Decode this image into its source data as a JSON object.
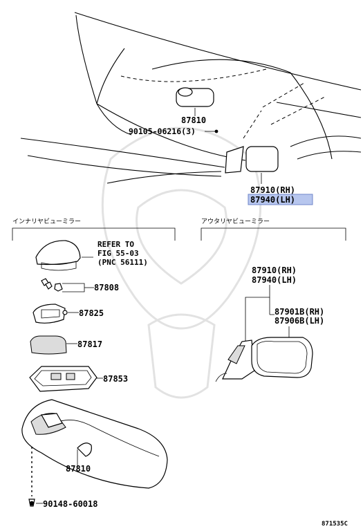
{
  "labels": {
    "top_87810": "87810",
    "top_screw": "90105-06216(3)",
    "top_rh": "87910(RH)",
    "top_lh": "87940(LH)",
    "inner_header": "インナリヤビューミラー",
    "outer_header": "アウタリヤビューミラー",
    "refer_1": "REFER TO",
    "refer_2": "FIG 55-03",
    "refer_3": "(PNC 56111)",
    "p87808": "87808",
    "p87825": "87825",
    "p87817": "87817",
    "p87853": "87853",
    "p87810": "87810",
    "p90148": "90148-60018",
    "out_rh": "87910(RH)",
    "out_lh": "87940(LH)",
    "out_b_rh": "87901B(RH)",
    "out_b_lh": "87906B(LH)",
    "fig_code": "871535C"
  },
  "highlight_color": "#b7c6ee"
}
